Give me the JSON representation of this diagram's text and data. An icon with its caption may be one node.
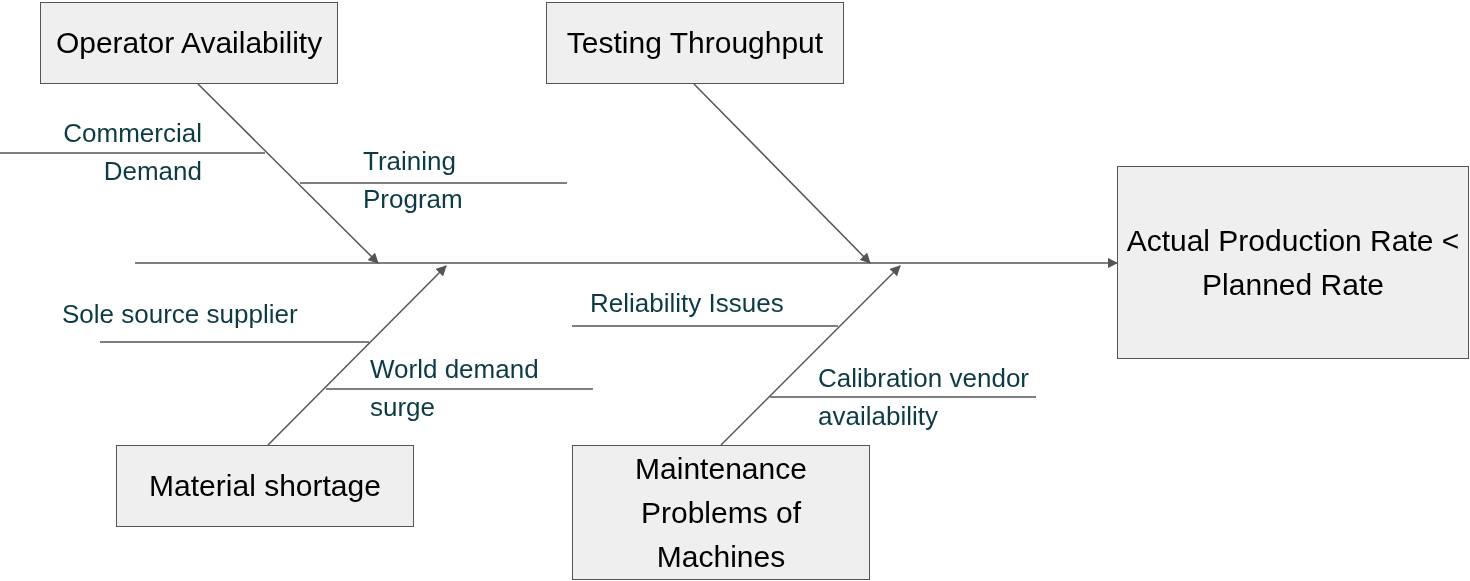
{
  "diagram": {
    "nodes": [
      {
        "text": [
          "Operator Availability"
        ]
      },
      {
        "text": [
          "Testing Throughput"
        ]
      },
      {
        "text": [
          "Material shortage"
        ]
      },
      {
        "text": [
          "Maintenance Problems of Machines"
        ]
      },
      {
        "text": [
          "Actual Production Rate < Planned Rate"
        ]
      }
    ],
    "edges": [
      {
        "from": 0,
        "to": null,
        "arrow": "to"
      },
      {
        "from": 1,
        "to": null,
        "arrow": "to"
      },
      {
        "from": 2,
        "to": null,
        "arrow": "to"
      },
      {
        "from": 3,
        "to": null,
        "arrow": "to"
      },
      {
        "from": null,
        "to": 4,
        "arrow": "to"
      }
    ],
    "labels": [
      "Commercial Demand",
      "Training Program",
      "Sole source supplier",
      "World demand surge",
      "Reliability Issues",
      "Calibration vendor availability"
    ]
  }
}
